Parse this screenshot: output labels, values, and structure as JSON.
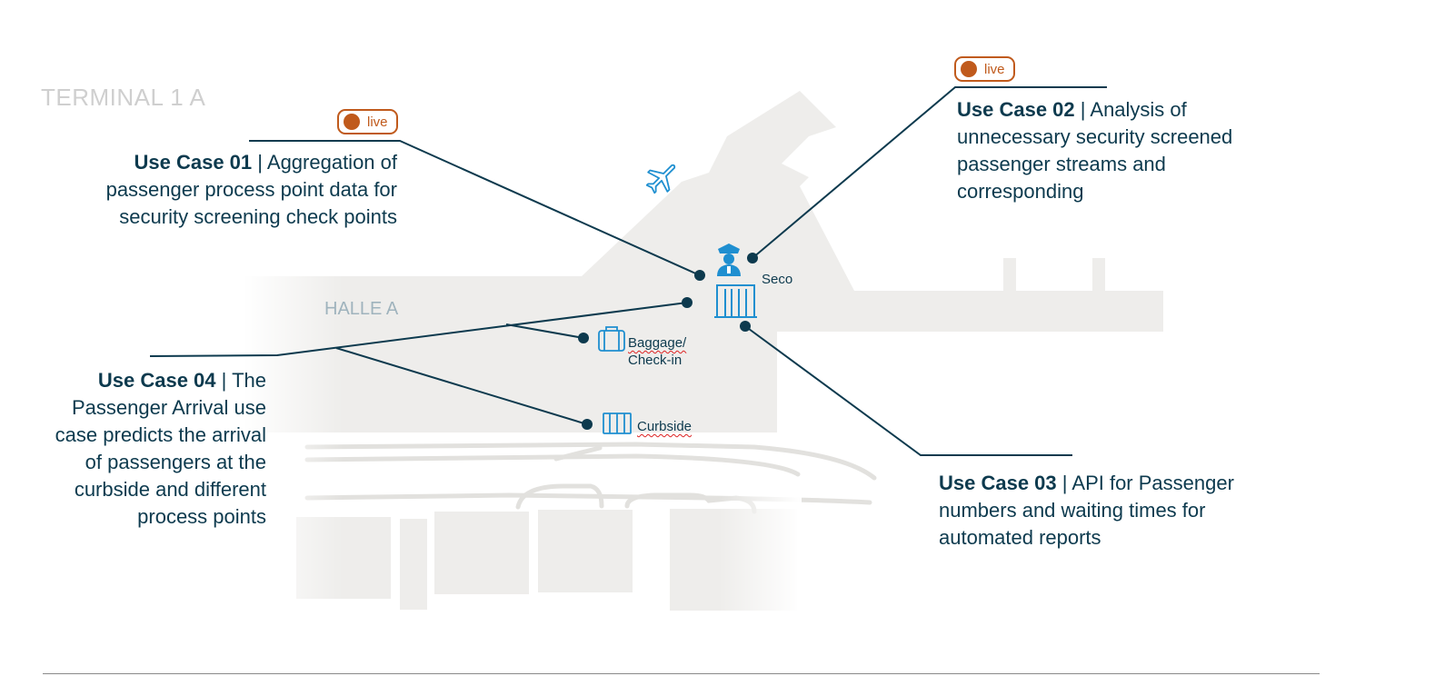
{
  "title": "TERMINAL 1 A",
  "halle": "HALLE A",
  "badges": {
    "live_1": "live",
    "live_2": "live"
  },
  "use_cases": {
    "uc1": {
      "title": "Use Case 01",
      "sep": " | ",
      "text": "Aggregation of passenger process point data for security screening check points"
    },
    "uc2": {
      "title": "Use Case 02",
      "sep": " | ",
      "text": "Analysis of unnecessary security screened passenger streams and corresponding"
    },
    "uc3": {
      "title": "Use Case 03",
      "sep": " | ",
      "text": "API for Passenger numbers and waiting times for automated reports"
    },
    "uc4": {
      "title": "Use Case 04",
      "sep": " | ",
      "text": "The Passenger Arrival use case predicts the arrival of passengers at the curbside and different process points"
    }
  },
  "labels": {
    "seco": "Seco",
    "baggage_line1": "Baggage/",
    "baggage_line2": "Check-in",
    "curbside": "Curbside"
  },
  "icons": [
    "airplane-icon",
    "security-officer-icon",
    "gate-icon",
    "suitcase-icon",
    "turnstile-icon"
  ],
  "colors": {
    "text": "#0d3a4e",
    "accent": "#c05a1c",
    "icon": "#1f8fd0",
    "map": "#eeedeb"
  }
}
